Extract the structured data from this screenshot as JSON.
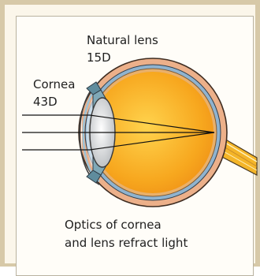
{
  "labels": {
    "natural_lens_name": "Natural lens",
    "natural_lens_power": "15D",
    "cornea_name": "Cornea",
    "cornea_power": "43D",
    "caption_line1": "Optics of cornea",
    "caption_line2": "and lens refract light"
  },
  "colors": {
    "frame": "#d7c9a8",
    "eyeball_fill": "#f6a623",
    "sclera": "#ecb08a",
    "choroid": "#8fb3cf",
    "nerve": "#f4b528",
    "lens": "#bfc3c7",
    "iris": "#7fa8b7"
  }
}
